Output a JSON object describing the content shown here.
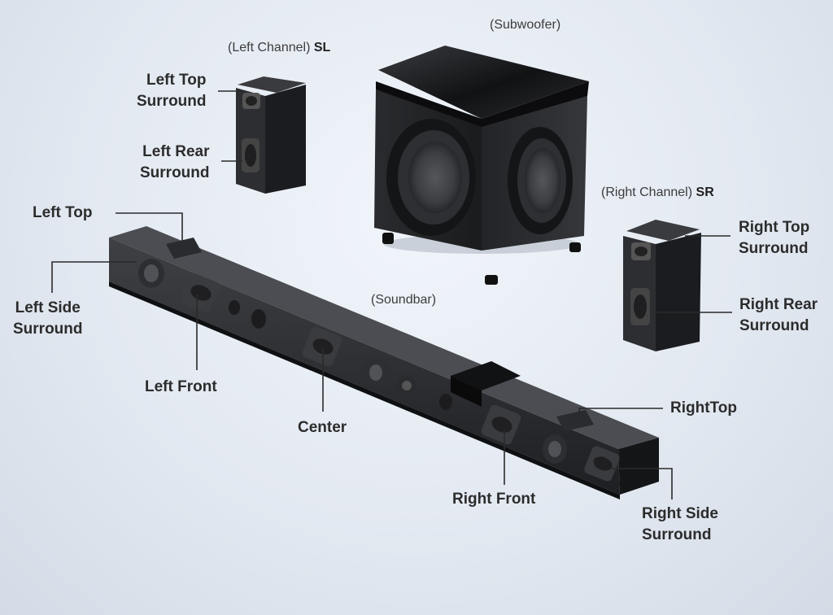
{
  "captions": {
    "sl_channel": "(Left Channel)",
    "sl_code": "SL",
    "subwoofer": "(Subwoofer)",
    "sr_channel": "(Right Channel)",
    "sr_code": "SR",
    "soundbar": "(Soundbar)"
  },
  "labels": {
    "left_top_surround": [
      "Left Top",
      "Surround"
    ],
    "left_rear_surround": [
      "Left Rear",
      "Surround"
    ],
    "left_top": "Left Top",
    "left_side_surround": [
      "Left Side",
      "Surround"
    ],
    "left_front": "Left Front",
    "center": "Center",
    "right_top_surround": [
      "Right Top",
      "Surround"
    ],
    "right_rear_surround": [
      "Right Rear",
      "Surround"
    ],
    "right_top": "RightTop",
    "right_front": "Right Front",
    "right_side_surround": [
      "Right Side",
      "Surround"
    ]
  },
  "colors": {
    "label_text": "#2c2c2c",
    "leader_line": "#2a2a2a",
    "speaker_body": "#1c1c1e",
    "background": "#e3e9f1"
  }
}
